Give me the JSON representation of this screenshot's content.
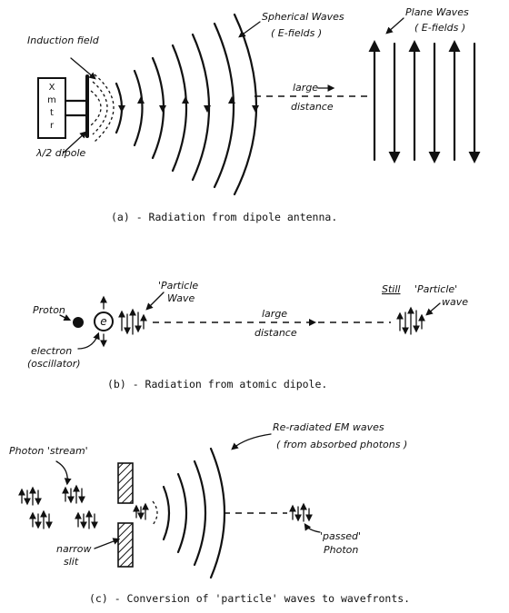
{
  "panel_a": {
    "induction_field": "Induction field",
    "xmtr_letters": [
      "X",
      "m",
      "t",
      "r"
    ],
    "dipole_label": "λ/2 dipole",
    "spherical_waves": "Spherical Waves",
    "spherical_sub": "( E-fields )",
    "plane_waves": "Plane Waves",
    "plane_sub": "( E-fields )",
    "large": "large",
    "distance": "distance",
    "caption": "(a) -  Radiation from dipole antenna."
  },
  "panel_b": {
    "proton": "Proton",
    "electron_symbol": "e",
    "electron": "electron",
    "oscillator": "(oscillator)",
    "particle": "'Particle",
    "wave": "Wave",
    "still": "Still",
    "particle2": "'Particle'",
    "wave2": "wave",
    "large": "large",
    "distance": "distance",
    "caption": "(b) -  Radiation from atomic dipole."
  },
  "panel_c": {
    "photon_stream": "Photon 'stream'",
    "re_radiated": "Re-radiated EM waves",
    "from_absorbed": "( from absorbed photons )",
    "narrow": "narrow",
    "slit": "slit",
    "passed": "'passed'",
    "photon": "Photon",
    "caption": "(c) -  Conversion of 'particle' waves to wavefronts."
  }
}
